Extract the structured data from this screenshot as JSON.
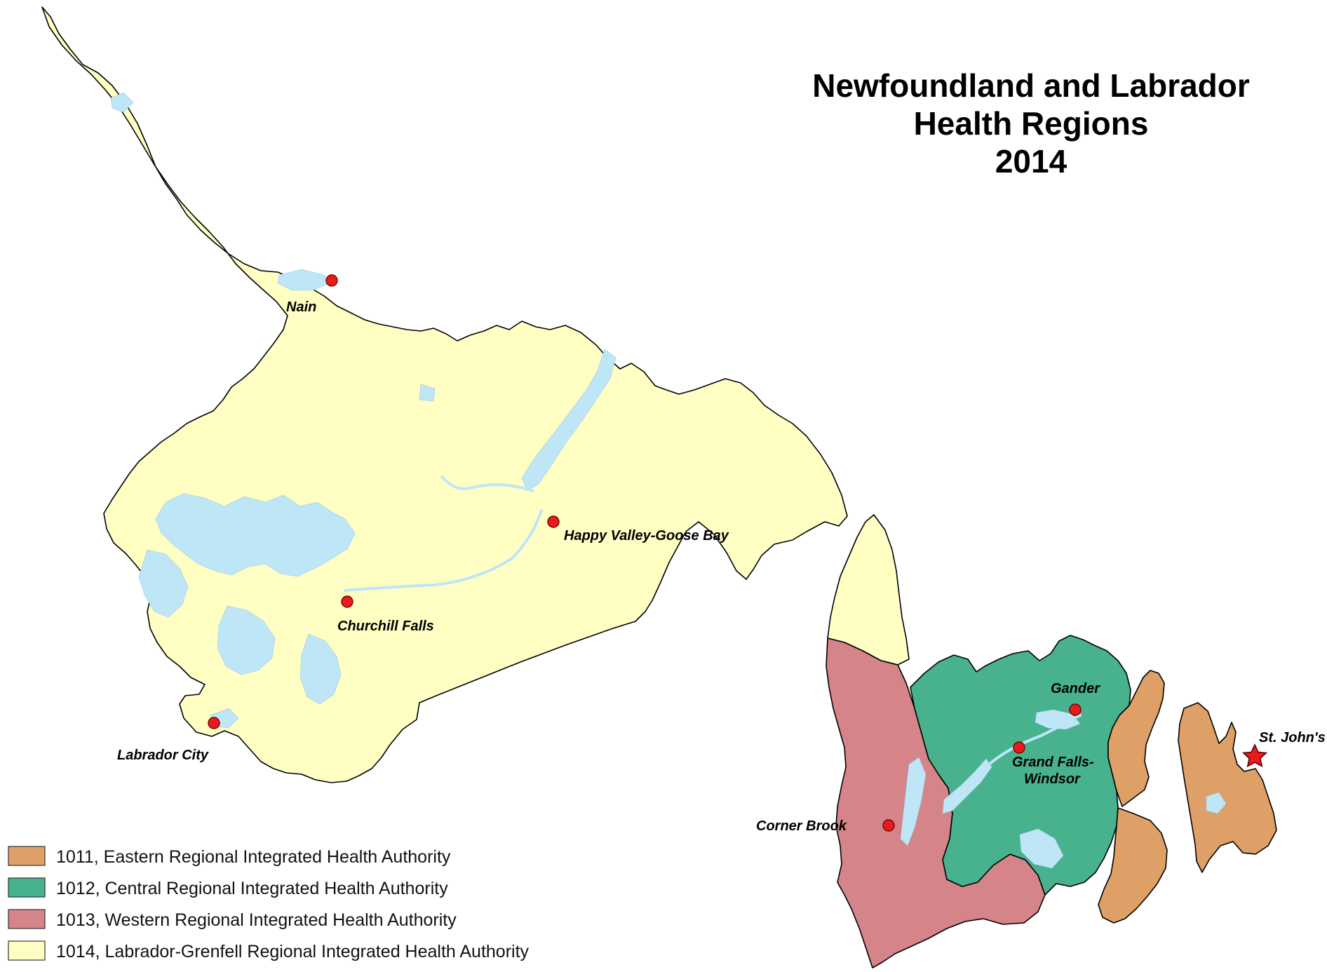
{
  "title": [
    "Newfoundland and Labrador",
    "Health Regions",
    "2014"
  ],
  "colors": {
    "eastern": "#dfa068",
    "central": "#48b28e",
    "western": "#d5848a",
    "labrador": "#ffffc4",
    "water": "#bfe6f7",
    "city": "#e81c1c"
  },
  "legend": [
    {
      "code": "1011",
      "label": "1011, Eastern Regional Integrated Health Authority",
      "color": "#dfa068"
    },
    {
      "code": "1012",
      "label": "1012, Central Regional Integrated Health Authority",
      "color": "#48b28e"
    },
    {
      "code": "1013",
      "label": "1013, Western Regional Integrated Health Authority",
      "color": "#d5848a"
    },
    {
      "code": "1014",
      "label": "1014, Labrador-Grenfell Regional Integrated Health Authority",
      "color": "#ffffc4"
    }
  ],
  "places": {
    "nain": "Nain",
    "goose_bay": "Happy Valley-Goose Bay",
    "churchill_falls": "Churchill Falls",
    "labrador_city": "Labrador City",
    "gander": "Gander",
    "grand_falls_1": "Grand Falls-",
    "grand_falls_2": "Windsor",
    "corner_brook": "Corner Brook",
    "st_johns": "St. John's"
  }
}
